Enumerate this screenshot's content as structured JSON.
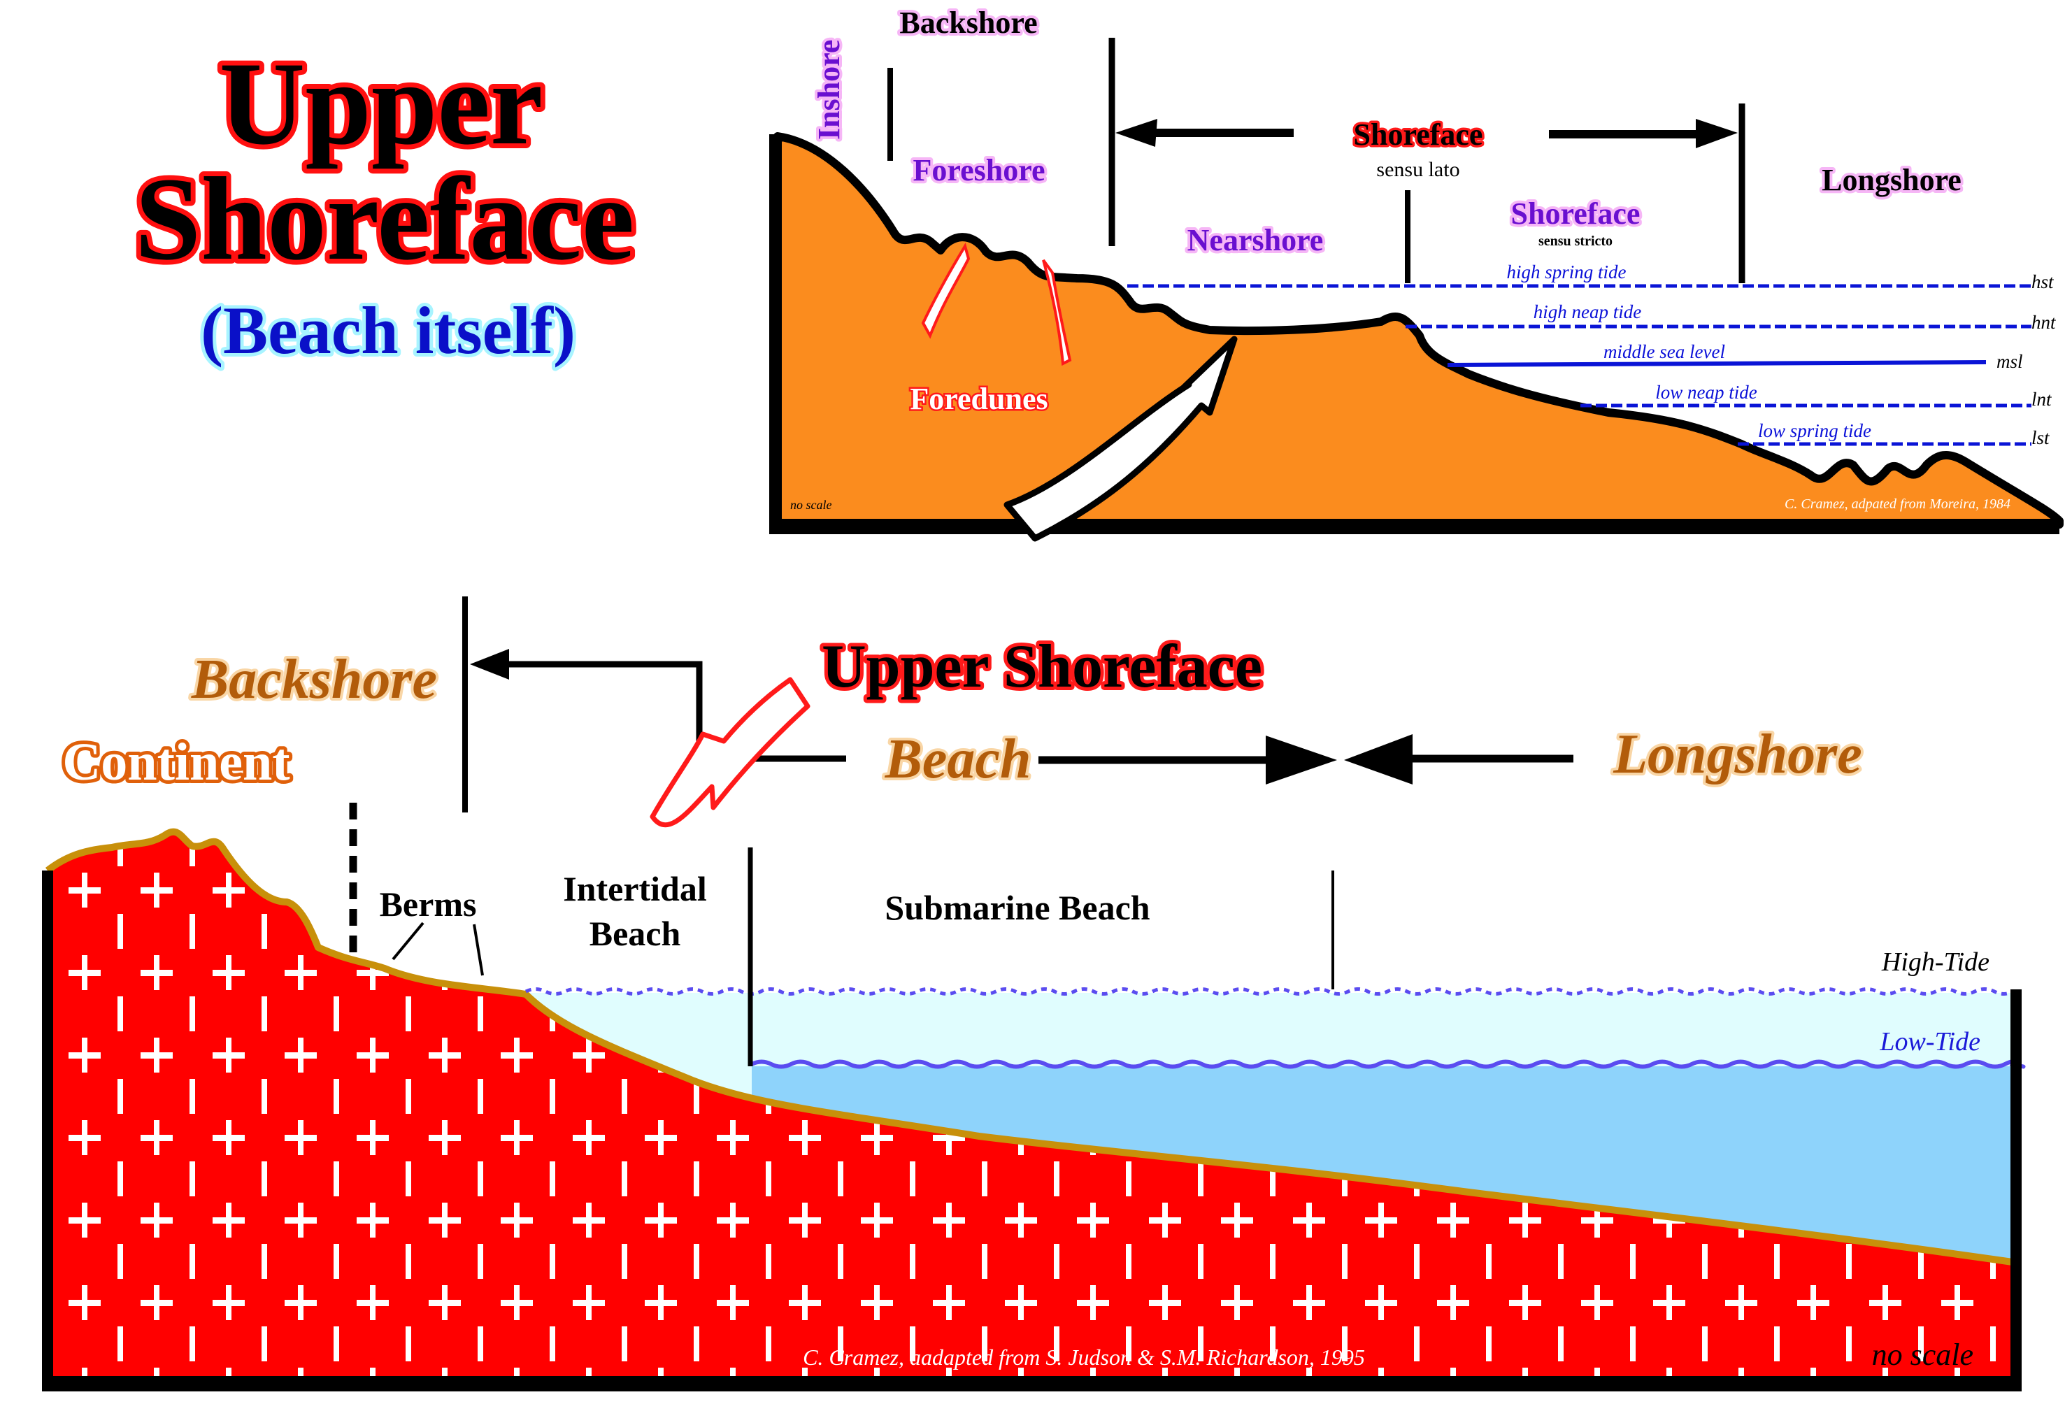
{
  "title": {
    "line1": "Upper",
    "line2": "Shoreface",
    "subtitle": "(Beach itself)"
  },
  "top_diagram": {
    "zones": {
      "inshore": "Inshore",
      "backshore": "Backshore",
      "foreshore": "Foreshore",
      "nearshore": "Nearshore",
      "shoreface_lato": "Shoreface",
      "sensu_lato": "sensu lato",
      "shoreface_stricto": "Shoreface",
      "sensu_stricto": "sensu stricto",
      "longshore": "Longshore"
    },
    "tide_levels": [
      {
        "label": "high spring tide",
        "abbr": "hst",
        "style": "dashed"
      },
      {
        "label": "high neap tide",
        "abbr": "hnt",
        "style": "dashed"
      },
      {
        "label": "middle sea level",
        "abbr": "msl",
        "style": "solid"
      },
      {
        "label": "low neap tide",
        "abbr": "lnt",
        "style": "dashed"
      },
      {
        "label": "low spring tide",
        "abbr": "lst",
        "style": "dashed"
      }
    ],
    "foredunes_label": "Foredunes",
    "no_scale": "no scale",
    "credit": "C. Cramez, adpated from Moreira, 1984",
    "colors": {
      "sediment": "#fb8c1e",
      "tide_line": "#0a14d6",
      "outline": "#000000"
    }
  },
  "bottom_diagram": {
    "labels": {
      "backshore": "Backshore",
      "continent": "Continent",
      "upper_shoreface": "Upper Shoreface",
      "beach": "Beach",
      "longshore": "Longshore",
      "berms": "Berms",
      "intertidal_line1": "Intertidal",
      "intertidal_line2": "Beach",
      "submarine_beach": "Submarine Beach",
      "high_tide": "High-Tide",
      "low_tide": "Low-Tide",
      "no_scale": "no scale",
      "credit": "C. Cramez, aadapted from S. Judson & S.M. Richardson, 1995"
    },
    "colors": {
      "rock": "#ff0000",
      "sand_rim": "#c8900a",
      "high_water": "#e0fdfe",
      "low_water": "#8ed3fb",
      "wave_line": "#5a4cf0",
      "label_orange": "#b25c0a"
    }
  }
}
